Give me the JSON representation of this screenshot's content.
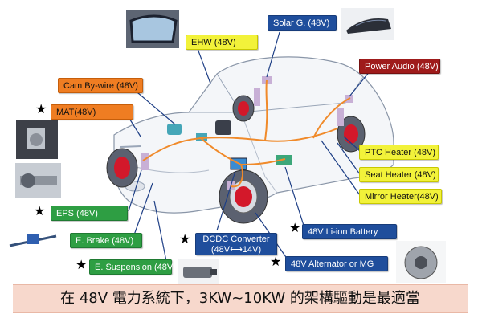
{
  "labels": {
    "ehw": "EHW (48V)",
    "solar": "Solar G. (48V)",
    "power_audio": "Power Audio (48V)",
    "cam": "Cam By-wire (48V)",
    "mat": "MAT(48V)",
    "ptc": "PTC Heater (48V)",
    "seat": "Seat Heater (48V)",
    "mirror": "Mirror Heater(48V)",
    "eps": "EPS (48V)",
    "ebrake": "E. Brake (48V)",
    "esusp": "E. Suspension (48V)",
    "dcdc_line1": "DCDC Converter",
    "dcdc_line2": "(48V⟷14V)",
    "battery": "48V Li-ion Battery",
    "alternator": "48V Alternator or MG"
  },
  "star": "★",
  "banner": "在 48V 電力系統下，3KW~10KW 的架構驅動是最適當",
  "colors": {
    "yellow": "#f2f23a",
    "blue": "#1f4e9c",
    "green": "#2e9e43",
    "orange": "#ef7d22",
    "red": "#9f1b1b",
    "wire": "#f08a2a",
    "banner_bg": "#f7d8cc"
  }
}
